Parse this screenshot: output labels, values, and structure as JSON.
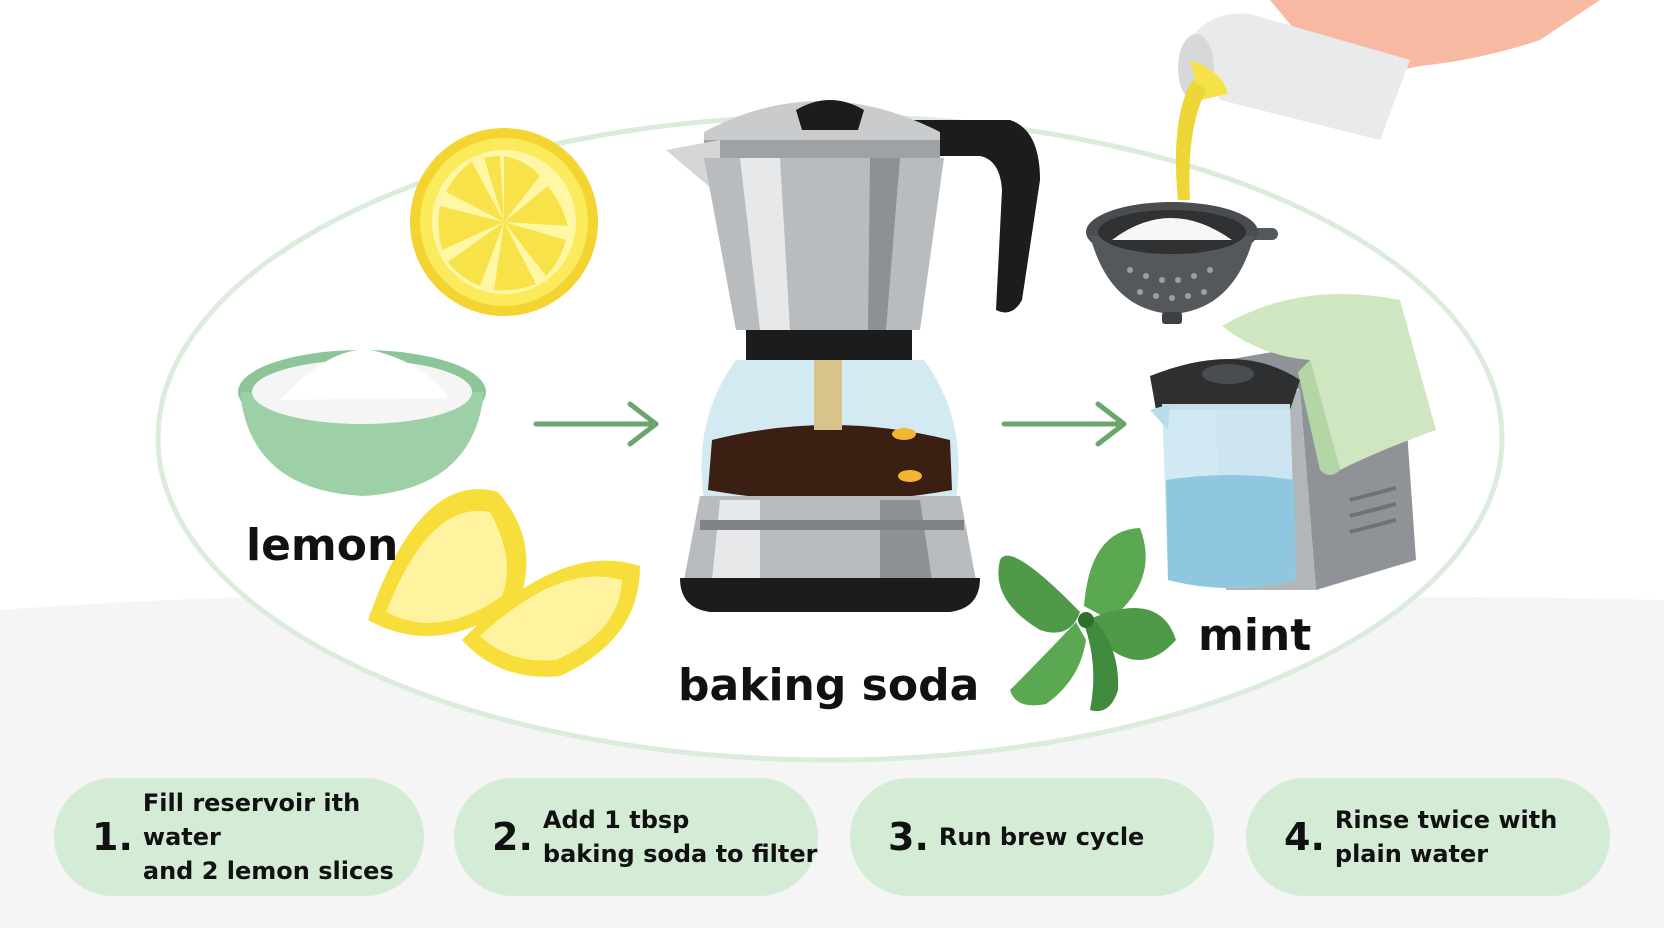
{
  "labels": {
    "lemon": "lemon",
    "baking_soda": "baking soda",
    "mint": "mint"
  },
  "steps": [
    {
      "number": "1.",
      "text": "Fill reservoir ith water\nand 2 lemon slices"
    },
    {
      "number": "2.",
      "text": "Add 1 tbsp\nbaking soda to filter"
    },
    {
      "number": "3.",
      "text": "Run brew cycle"
    },
    {
      "number": "4.",
      "text": "Rinse twice with\nplain water"
    }
  ],
  "colors": {
    "accent_green": "#6aa56e",
    "step_bg": "#d4ecd6",
    "lemon": "#f7e24a",
    "coffee": "#3a1f12"
  },
  "icons": [
    "lemon-slice-icon",
    "baking-soda-bowl-icon",
    "lemon-wedge-icon",
    "coffee-maker-icon",
    "strainer-icon",
    "pouring-hand-icon",
    "mint-leaves-icon",
    "water-reservoir-icon",
    "arrow-right-icon"
  ]
}
